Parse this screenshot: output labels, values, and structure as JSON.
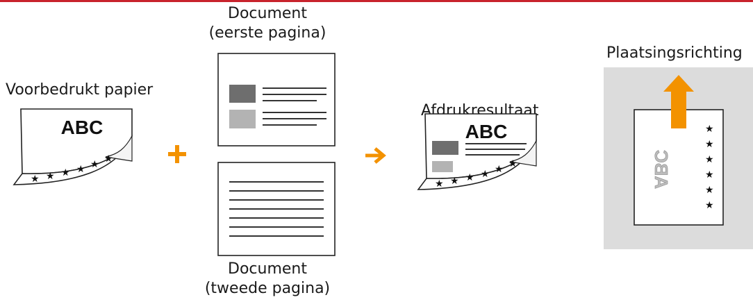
{
  "labels": {
    "preprinted_paper": "Voorbedrukt papier",
    "document_first_line1": "Document",
    "document_first_line2": "(eerste pagina)",
    "document_second_line1": "Document",
    "document_second_line2": "(tweede pagina)",
    "print_result": "Afdrukresultaat",
    "placement_orientation": "Plaatsingsrichting"
  },
  "paper_text": {
    "abc": "ABC",
    "abc_result": "ABC",
    "abc_mirrored": "ABC"
  },
  "colors": {
    "accent_orange": "#f39200",
    "rule_red": "#c8232c",
    "panel_gray": "#dcdcdc"
  }
}
